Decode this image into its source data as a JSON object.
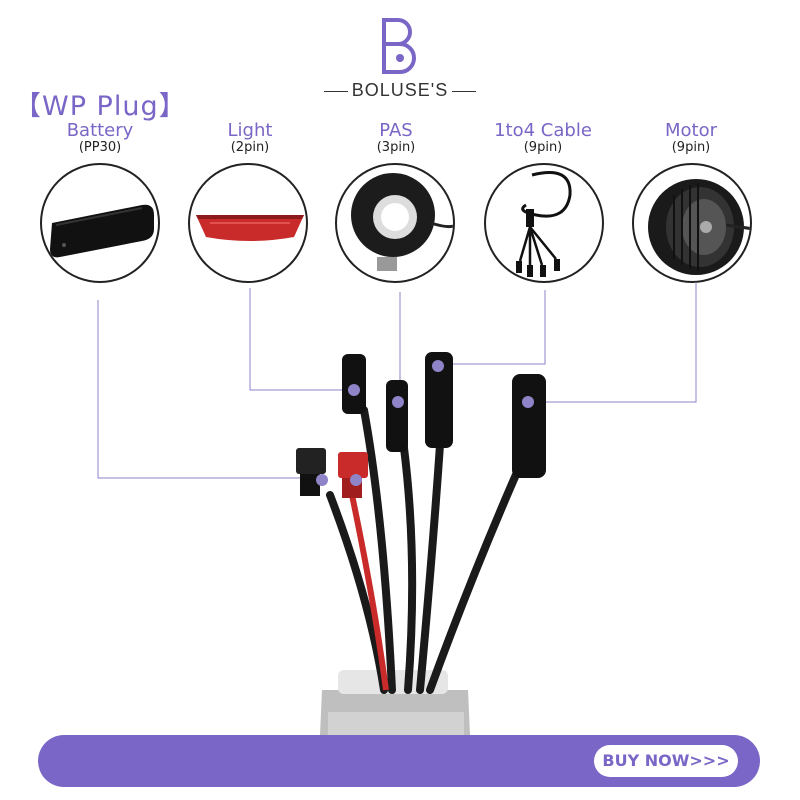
{
  "brand": {
    "name": "BOLUSE'S"
  },
  "title": "【WP Plug】",
  "components": [
    {
      "name": "Battery",
      "sub": "(PP30)",
      "icon": "battery-icon"
    },
    {
      "name": "Light",
      "sub": "(2pin)",
      "icon": "light-icon"
    },
    {
      "name": "PAS",
      "sub": "(3pin)",
      "icon": "pas-sensor-icon"
    },
    {
      "name": "1to4 Cable",
      "sub": "(9pin)",
      "icon": "cable-icon"
    },
    {
      "name": "Motor",
      "sub": "(9pin)",
      "icon": "motor-icon"
    }
  ],
  "cta": {
    "label": "BUY NOW>>>"
  },
  "colors": {
    "accent": "#7a66c6",
    "wire": "#1a1a1a",
    "red": "#c92a2a"
  }
}
